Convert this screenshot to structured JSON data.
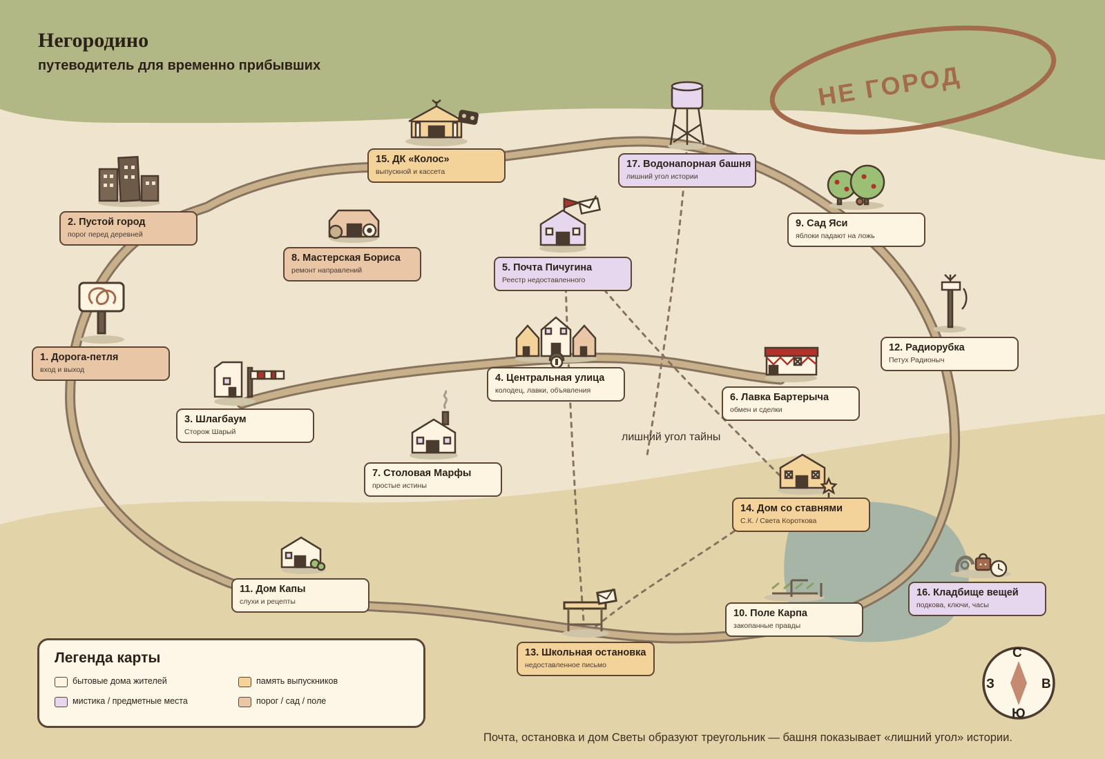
{
  "header": {
    "title": "Негородино",
    "subtitle": "путеводитель для временно прибывших"
  },
  "stamp": {
    "text": "НЕ ГОРОД"
  },
  "colors": {
    "meadow_top": "#b1b886",
    "ground": "#efe4cd",
    "lower_field": "#e2d3a9",
    "pond": "#a7b5a6",
    "road": "#c8b08a",
    "road_edge": "#86735f",
    "stamp": "#a36a4c",
    "home_card": "#fdf5e2",
    "graduate_card": "#f4d39b",
    "mystic_card": "#e6d6ee",
    "threshold_card": "#e9c6a6"
  },
  "locations": [
    {
      "id": 1,
      "name": "1. Дорога-петля",
      "desc": "вход и выход",
      "category": "threshold",
      "icon": "loop-road-sign-icon"
    },
    {
      "id": 2,
      "name": "2. Пустой город",
      "desc": "порог перед деревней",
      "category": "threshold",
      "icon": "empty-city-icon"
    },
    {
      "id": 3,
      "name": "3. Шлагбаум",
      "desc": "Сторож Шарый",
      "category": "home",
      "icon": "barrier-gate-icon"
    },
    {
      "id": 4,
      "name": "4. Центральная улица",
      "desc": "колодец, лавки, объявления",
      "category": "home",
      "icon": "central-street-icon"
    },
    {
      "id": 5,
      "name": "5. Почта Пичугина",
      "desc": "Реестр недоставленного",
      "category": "mystic",
      "icon": "post-office-icon"
    },
    {
      "id": 6,
      "name": "6. Лавка Бартерыча",
      "desc": "обмен и сделки",
      "category": "home",
      "icon": "shop-icon"
    },
    {
      "id": 7,
      "name": "7. Столовая Марфы",
      "desc": "простые истины",
      "category": "home",
      "icon": "canteen-icon"
    },
    {
      "id": 8,
      "name": "8. Мастерская Бориса",
      "desc": "ремонт направлений",
      "category": "threshold",
      "icon": "workshop-icon"
    },
    {
      "id": 9,
      "name": "9. Сад Яси",
      "desc": "яблоки падают на ложь",
      "category": "home",
      "icon": "apple-garden-icon"
    },
    {
      "id": 10,
      "name": "10. Поле Карпа",
      "desc": "закопанные правды",
      "category": "home",
      "icon": "field-icon"
    },
    {
      "id": 11,
      "name": "11. Дом Капы",
      "desc": "слухи и рецепты",
      "category": "home",
      "icon": "house-icon"
    },
    {
      "id": 12,
      "name": "12. Радиорубка",
      "desc": "Петух Радионыч",
      "category": "home",
      "icon": "radio-antenna-icon"
    },
    {
      "id": 13,
      "name": "13. Школьная остановка",
      "desc": "недоставленное письмо",
      "category": "graduate",
      "icon": "bus-stop-icon"
    },
    {
      "id": 14,
      "name": "14. Дом со ставнями",
      "desc": "С.К. / Света Короткова",
      "category": "graduate",
      "icon": "shuttered-house-icon"
    },
    {
      "id": 15,
      "name": "15. ДК «Колос»",
      "desc": "выпускной и кассета",
      "category": "graduate",
      "icon": "culture-house-icon"
    },
    {
      "id": 16,
      "name": "16. Кладбище вещей",
      "desc": "подкова, ключи, часы",
      "category": "mystic",
      "icon": "things-cemetery-icon"
    },
    {
      "id": 17,
      "name": "17. Водонапорная башня",
      "desc": "лишний угол истории",
      "category": "mystic",
      "icon": "water-tower-icon"
    }
  ],
  "annotation": {
    "mystery": "лишний угол тайны"
  },
  "legend": {
    "title": "Легенда карты",
    "items": [
      {
        "label": "бытовые дома жителей",
        "category": "home"
      },
      {
        "label": "память выпускников",
        "category": "graduate"
      },
      {
        "label": "мистика / предметные места",
        "category": "mystic"
      },
      {
        "label": "порог / сад / поле",
        "category": "threshold"
      }
    ]
  },
  "footer": {
    "note": "Почта, остановка и дом Светы образуют треугольник — башня показывает «лишний угол» истории."
  },
  "compass": {
    "north": "С",
    "south": "Ю",
    "west": "З",
    "east": "В"
  }
}
